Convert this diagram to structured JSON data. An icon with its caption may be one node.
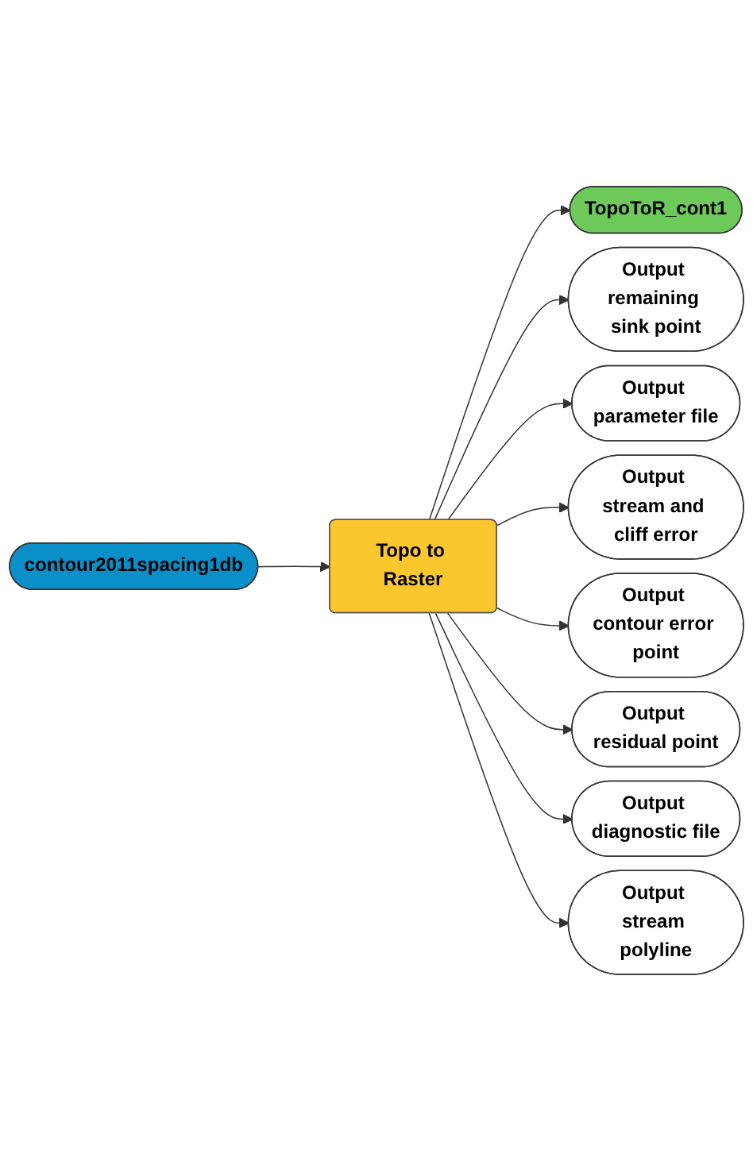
{
  "diagram": {
    "nodes": [
      {
        "text": [
          "contour2011spacing1db"
        ]
      },
      {
        "text": [
          "Topo to Raster"
        ]
      },
      {
        "text": [
          "TopoToR_cont1"
        ]
      },
      {
        "text": [
          "Output remaining sink point"
        ]
      },
      {
        "text": [
          "Output parameter file"
        ]
      },
      {
        "text": [
          "Output stream and cliff error"
        ]
      },
      {
        "text": [
          "Output contour error point"
        ]
      },
      {
        "text": [
          "Output residual point"
        ]
      },
      {
        "text": [
          "Output diagnostic file"
        ]
      },
      {
        "text": [
          "Output stream polyline"
        ]
      }
    ],
    "edges": [
      {
        "from": 0,
        "to": 1,
        "arrow": "to"
      },
      {
        "from": 1,
        "to": 2,
        "arrow": "to"
      },
      {
        "from": 1,
        "to": 3,
        "arrow": "to"
      },
      {
        "from": 1,
        "to": 4,
        "arrow": "to"
      },
      {
        "from": 1,
        "to": 5,
        "arrow": "to"
      },
      {
        "from": 1,
        "to": 6,
        "arrow": "to"
      },
      {
        "from": 1,
        "to": 7,
        "arrow": "to"
      },
      {
        "from": 1,
        "to": 8,
        "arrow": "to"
      },
      {
        "from": 1,
        "to": 9,
        "arrow": "to"
      }
    ]
  }
}
